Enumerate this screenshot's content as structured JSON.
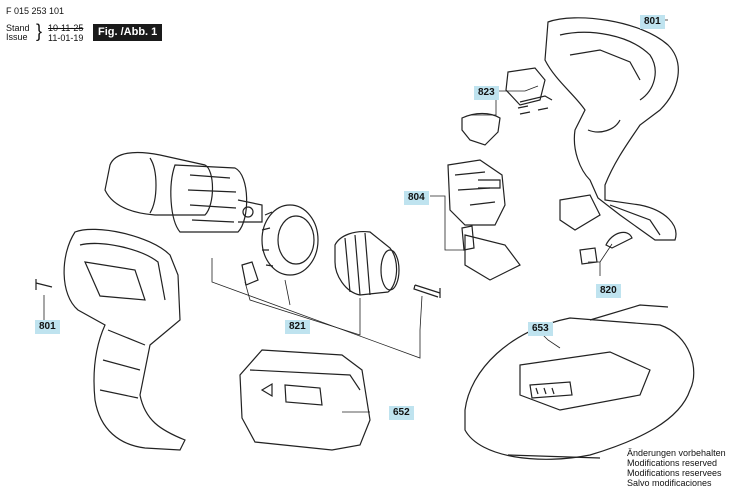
{
  "header": {
    "code": "F 015 253 101",
    "stand_label": "Stand",
    "issue_label": "Issue",
    "date_old": "10-11-25",
    "date_new": "11-01-19",
    "figure": "Fig. /Abb. 1"
  },
  "labels": {
    "l801a": "801",
    "l823": "823",
    "l804": "804",
    "l820": "820",
    "l801b": "801",
    "l821": "821",
    "l653": "653",
    "l652": "652"
  },
  "notes": [
    "Änderungen vorbehalten",
    "Modifications reserved",
    "Modifications reservees",
    "Salvo modificaciones"
  ]
}
